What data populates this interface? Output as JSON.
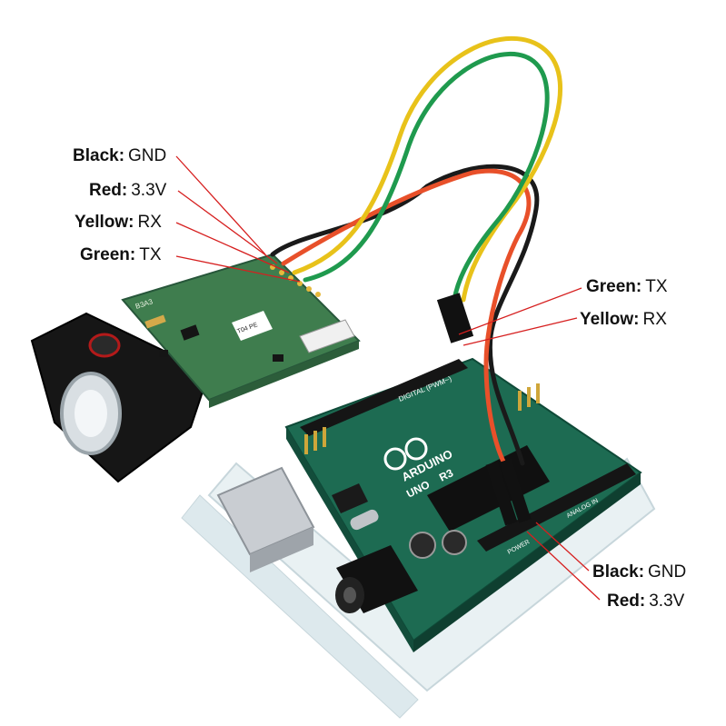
{
  "labels_left": [
    {
      "color_name": "Black:",
      "signal": "GND"
    },
    {
      "color_name": "Red:",
      "signal": "3.3V"
    },
    {
      "color_name": "Yellow:",
      "signal": "RX"
    },
    {
      "color_name": "Green:",
      "signal": "TX"
    }
  ],
  "labels_right": [
    {
      "color_name": "Green:",
      "signal": "TX"
    },
    {
      "color_name": "Yellow:",
      "signal": "RX"
    }
  ],
  "labels_bottom": [
    {
      "color_name": "Black:",
      "signal": "GND"
    },
    {
      "color_name": "Red:",
      "signal": "3.3V"
    }
  ],
  "board": {
    "brand": "ARDUINO",
    "model_uno": "UNO",
    "model_r3": "R3",
    "header_digital": "DIGITAL (PWM~)",
    "header_power": "POWER",
    "header_analog": "ANALOG IN"
  },
  "module": {
    "sticker_text": "T04 PE",
    "pcb_code": "B3A3"
  },
  "colors": {
    "leader_line": "#d61f1f",
    "wire_black": "#1a1a1a",
    "wire_red": "#e8502a",
    "wire_yellow": "#e8c21a",
    "wire_green": "#1f9a4e",
    "pcb_green": "#1d6b52",
    "pcb_module": "#3f7d4e",
    "acrylic": "#e9f1f3"
  }
}
